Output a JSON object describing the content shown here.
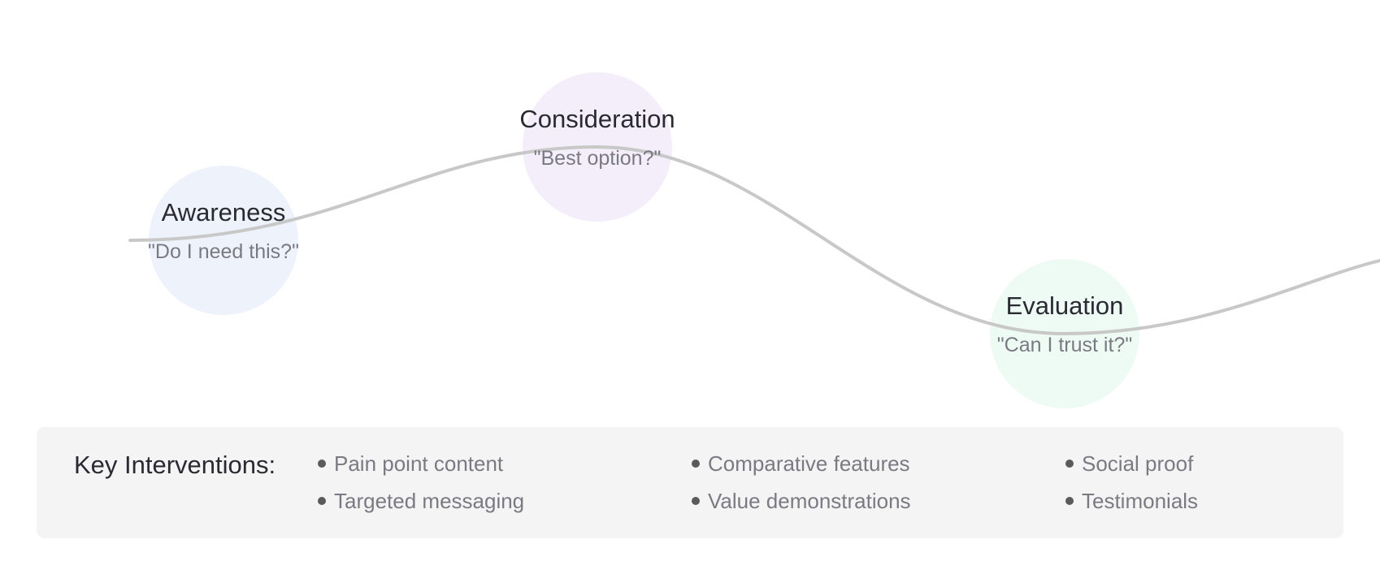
{
  "stages": [
    {
      "title": "Awareness",
      "question": "\"Do I need this?\"",
      "color": "#eef2fb"
    },
    {
      "title": "Consideration",
      "question": "\"Best option?\"",
      "color": "#f4eefb"
    },
    {
      "title": "Evaluation",
      "question": "\"Can I trust it?\"",
      "color": "#eefaf4"
    }
  ],
  "curve_color": "#c8c8c8",
  "panel": {
    "title": "Key Interventions:",
    "columns": [
      [
        "Pain point content",
        "Targeted messaging"
      ],
      [
        "Comparative features",
        "Value demonstrations"
      ],
      [
        "Social proof",
        "Testimonials"
      ]
    ]
  }
}
